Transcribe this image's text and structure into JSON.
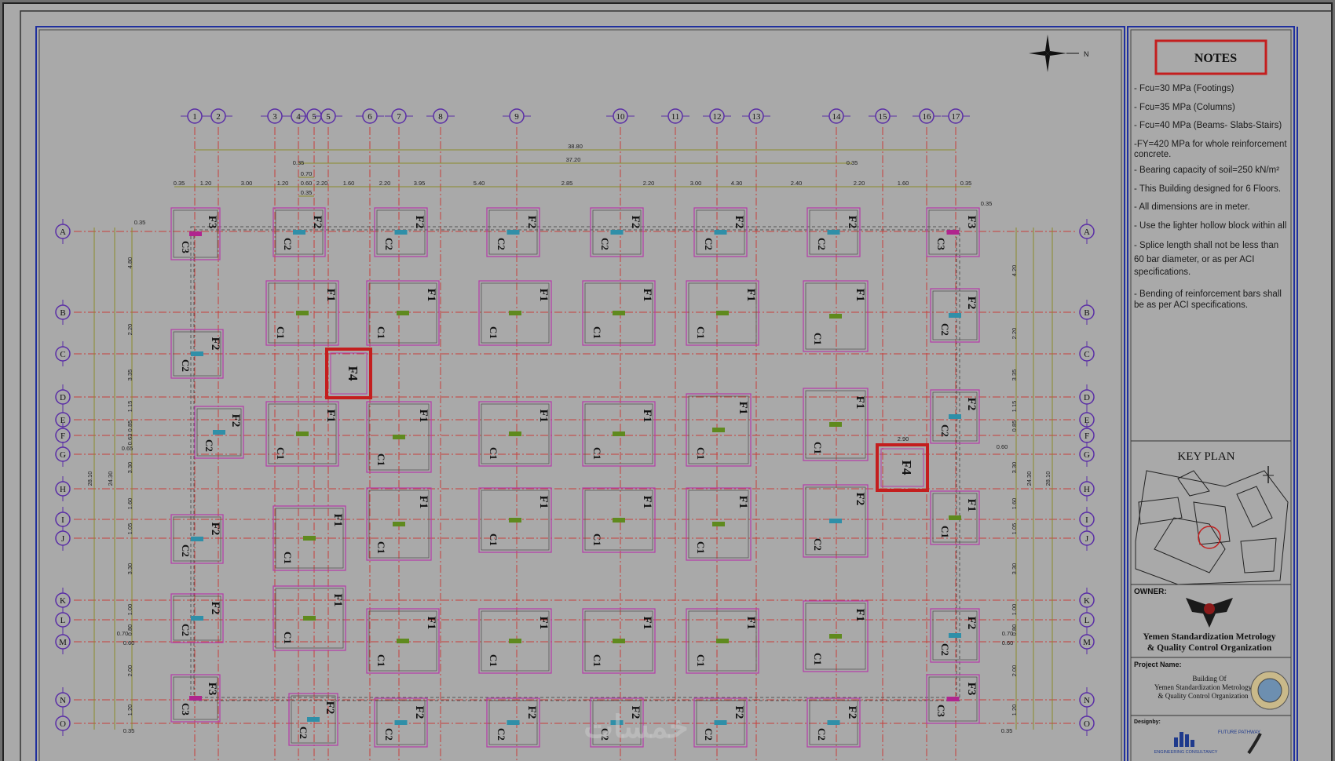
{
  "north_label": "N",
  "col_labels": [
    "1",
    "2",
    "3",
    "4",
    "5",
    "5",
    "6",
    "7",
    "8",
    "9",
    "10",
    "11",
    "12",
    "13",
    "14",
    "15",
    "16",
    "17"
  ],
  "row_labels": [
    "A",
    "B",
    "C",
    "D",
    "E",
    "F",
    "G",
    "H",
    "I",
    "J",
    "K",
    "L",
    "M",
    "N",
    "O"
  ],
  "dims_top": {
    "overall": "38.80",
    "overall2": "37.20",
    "inner_pair": [
      "0.35",
      "0.35"
    ],
    "small": [
      "0.70",
      "0.35"
    ],
    "spans": [
      "0.35",
      "1.20",
      "3.00",
      "1.20",
      "0.60",
      "2.20",
      "1.60",
      "2.20",
      "3.95",
      "5.40",
      "2.85",
      "2.20",
      "3.00",
      "4.30",
      "2.40",
      "2.20",
      "1.60",
      "0.35"
    ],
    "corner": "0.35"
  },
  "dims_left": {
    "overall": "28.10",
    "overall2": "24.30",
    "spans": [
      "4.80",
      "2.20",
      "3.35",
      "1.15",
      "0.85",
      "0.63",
      "3.30",
      "1.60",
      "1.05",
      "3.30",
      "1.00",
      "0.80",
      "2.00",
      "1.20"
    ],
    "small": [
      "0.35",
      "0.70",
      "0.60",
      "0.65",
      "0.35"
    ]
  },
  "dims_right": {
    "overall": "28.10",
    "overall2": "24.30",
    "spans": [
      "4.20",
      "2.20",
      "3.35",
      "1.15",
      "0.85",
      "3.30",
      "1.60",
      "1.05",
      "3.30",
      "1.00",
      "0.80",
      "2.00",
      "1.20"
    ],
    "small": [
      "0.70",
      "0.60",
      "0.60",
      "0.35"
    ],
    "f4_width": "2.90"
  },
  "footings": [
    {
      "type": "F3",
      "col": "C3"
    },
    {
      "type": "F2",
      "col": "C2"
    },
    {
      "type": "F2",
      "col": "C2"
    },
    {
      "type": "F2",
      "col": "C2"
    },
    {
      "type": "F2",
      "col": "C2"
    },
    {
      "type": "F2",
      "col": "C2"
    },
    {
      "type": "F2",
      "col": "C2"
    },
    {
      "type": "F3",
      "col": "C3"
    },
    {
      "type": "F1",
      "col": "C1"
    },
    {
      "type": "F1",
      "col": "C1"
    },
    {
      "type": "F1",
      "col": "C1"
    },
    {
      "type": "F1",
      "col": "C1"
    },
    {
      "type": "F1",
      "col": "C1"
    },
    {
      "type": "F1",
      "col": "C1"
    },
    {
      "type": "F2",
      "col": "C2"
    },
    {
      "type": "F2",
      "col": "C2"
    },
    {
      "type": "F4",
      "col": ""
    },
    {
      "type": "F2",
      "col": "C2"
    },
    {
      "type": "F1",
      "col": "C1"
    },
    {
      "type": "F1",
      "col": "C1"
    },
    {
      "type": "F1",
      "col": "C1"
    },
    {
      "type": "F1",
      "col": "C1"
    },
    {
      "type": "F1",
      "col": "C1"
    },
    {
      "type": "F1",
      "col": "C1"
    },
    {
      "type": "F2",
      "col": "C2"
    },
    {
      "type": "F4",
      "col": ""
    },
    {
      "type": "F1",
      "col": "C1"
    },
    {
      "type": "F1",
      "col": "C1"
    },
    {
      "type": "F1",
      "col": "C1"
    },
    {
      "type": "F1",
      "col": "C1"
    },
    {
      "type": "F1",
      "col": "C1"
    },
    {
      "type": "F2",
      "col": "C2"
    },
    {
      "type": "F2",
      "col": "C2"
    },
    {
      "type": "F1",
      "col": "C1"
    },
    {
      "type": "F1",
      "col": "C1"
    },
    {
      "type": "F2",
      "col": "C2"
    },
    {
      "type": "F1",
      "col": "C1"
    },
    {
      "type": "F1",
      "col": "C1"
    },
    {
      "type": "F1",
      "col": "C1"
    },
    {
      "type": "F1",
      "col": "C1"
    },
    {
      "type": "F1",
      "col": "C1"
    },
    {
      "type": "F2",
      "col": "C2"
    },
    {
      "type": "F3",
      "col": "C3"
    },
    {
      "type": "F2",
      "col": "C2"
    },
    {
      "type": "F2",
      "col": "C2"
    },
    {
      "type": "F2",
      "col": "C2"
    },
    {
      "type": "F2",
      "col": "C2"
    },
    {
      "type": "F2",
      "col": "C2"
    },
    {
      "type": "F2",
      "col": "C2"
    },
    {
      "type": "F3",
      "col": "C3"
    }
  ],
  "notes": {
    "title": "NOTES",
    "items": [
      "- Fcu=30 MPa (Footings)",
      "- Fcu=35 MPa (Columns)",
      "- Fcu=40 MPa (Beams- Slabs-Stairs)",
      "-FY=420 MPa for whole reinforcement",
      "  concrete.",
      "- Bearing capacity of soil=250 kN/m²",
      "- This Building designed for 6 Floors.",
      "- All dimensions are in meter.",
      "- Use the lighter hollow block within all",
      "- Splice length shall not be less than",
      "  60 bar diameter, or as per ACI",
      "  specifications.",
      "- Bending of reinforcement bars shall",
      "  be as per ACI  specifications."
    ]
  },
  "key_plan": {
    "title": "KEY  PLAN"
  },
  "owner": {
    "label": "OWNER:",
    "name_line1": "Yemen Standardization Metrology",
    "name_line2": "& Quality Control Organization"
  },
  "project": {
    "label": "Project Name:",
    "line1": "Building Of",
    "line2": "Yemen Standardization Metrology",
    "line3": "& Quality Control Organization"
  },
  "designer": {
    "label": "Designby:",
    "firm1": "FUTURE PATHWAY",
    "firm2": "ENGINEERING CONSULTANCY"
  },
  "watermark": "خمسات"
}
